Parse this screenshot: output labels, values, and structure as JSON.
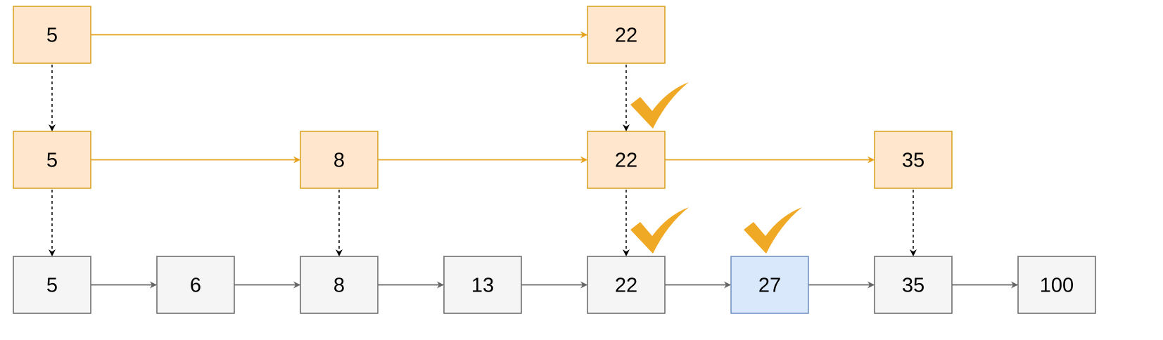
{
  "colors": {
    "index_fill": "#ffe6cc",
    "index_stroke": "#d6a019",
    "index_arrow": "#e6a11b",
    "base_fill": "#f5f5f5",
    "base_stroke": "#666666",
    "base_arrow": "#666666",
    "target_fill": "#dae8fc",
    "target_stroke": "#6c8ebf",
    "down_arrow": "#000000",
    "check": "#f0a925"
  },
  "levels": [
    {
      "role": "index",
      "nodes": [
        {
          "value": "5",
          "col": 0
        },
        {
          "value": "22",
          "col": 4
        }
      ]
    },
    {
      "role": "index",
      "nodes": [
        {
          "value": "5",
          "col": 0
        },
        {
          "value": "8",
          "col": 2
        },
        {
          "value": "22",
          "col": 4
        },
        {
          "value": "35",
          "col": 6
        }
      ]
    },
    {
      "role": "base",
      "nodes": [
        {
          "value": "5",
          "col": 0
        },
        {
          "value": "6",
          "col": 1
        },
        {
          "value": "8",
          "col": 2
        },
        {
          "value": "13",
          "col": 3
        },
        {
          "value": "22",
          "col": 4
        },
        {
          "value": "27",
          "col": 5,
          "highlight": true
        },
        {
          "value": "35",
          "col": 6
        },
        {
          "value": "100",
          "col": 7
        }
      ]
    }
  ],
  "down_links": [
    {
      "from_level": 0,
      "to_level": 1,
      "col": 0
    },
    {
      "from_level": 0,
      "to_level": 1,
      "col": 4
    },
    {
      "from_level": 1,
      "to_level": 2,
      "col": 0
    },
    {
      "from_level": 1,
      "to_level": 2,
      "col": 2
    },
    {
      "from_level": 1,
      "to_level": 2,
      "col": 4
    },
    {
      "from_level": 1,
      "to_level": 2,
      "col": 6
    }
  ],
  "checkmarks": [
    {
      "name": "check-icon-level1-22",
      "level": 1,
      "col": 4
    },
    {
      "name": "check-icon-level2-22",
      "level": 2,
      "col": 4
    },
    {
      "name": "check-icon-level2-27",
      "level": 2,
      "col": 5
    }
  ]
}
